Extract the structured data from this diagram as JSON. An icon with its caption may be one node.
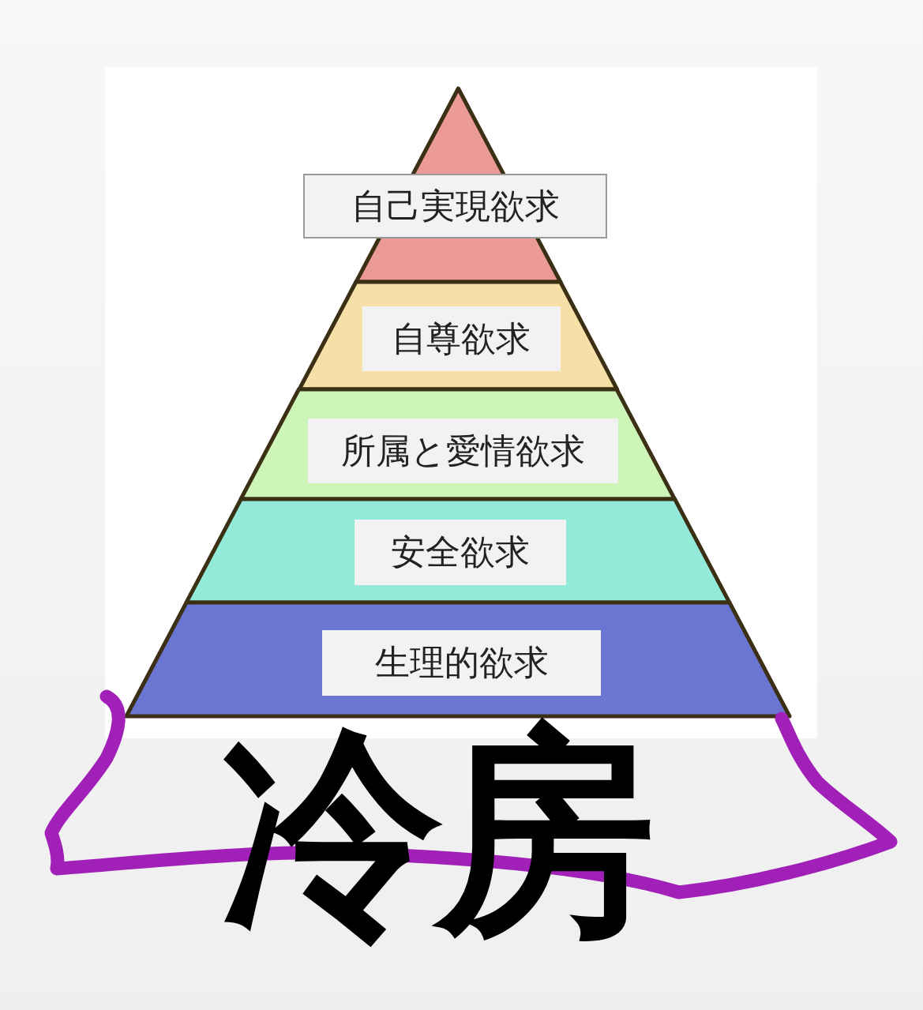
{
  "diagram": {
    "nodes": [
      {
        "text": [
          "自己実現欲求"
        ]
      },
      {
        "text": [
          "自尊欲求"
        ]
      },
      {
        "text": [
          "所属と愛情欲求"
        ]
      },
      {
        "text": [
          "安全欲求"
        ]
      },
      {
        "text": [
          "生理的欲求"
        ]
      },
      {
        "text": [
          "冷房"
        ]
      }
    ]
  }
}
